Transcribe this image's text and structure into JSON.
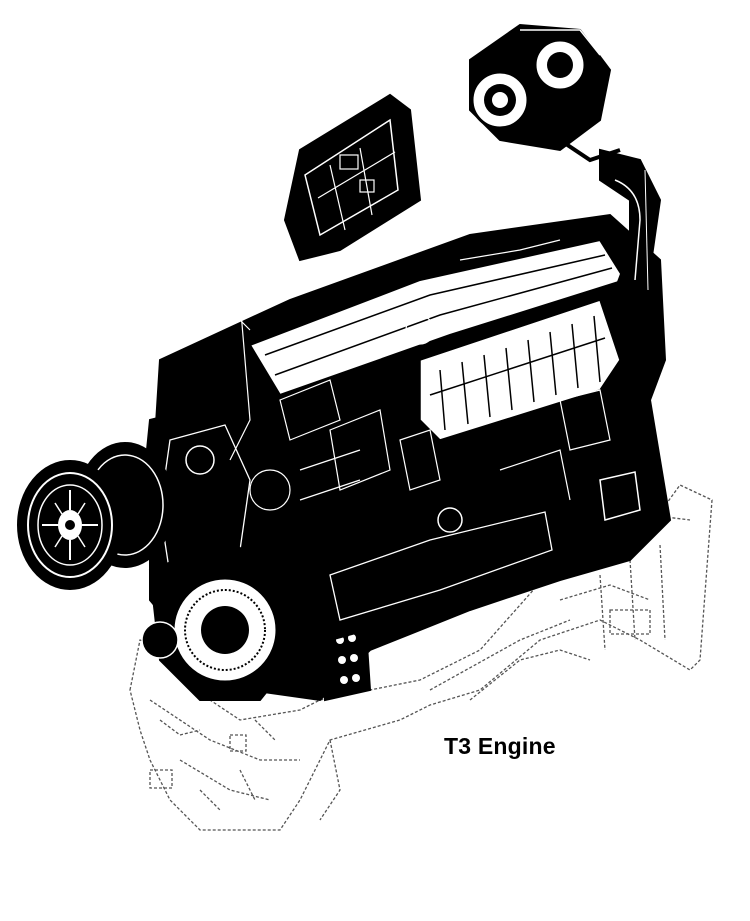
{
  "caption": "T3 Engine",
  "colors": {
    "ink": "#000000",
    "paper": "#ffffff",
    "dashed": "#555555"
  },
  "parts": [
    "engine-block",
    "cylinder-head",
    "valve-cover",
    "turbocharger",
    "intake-pipe",
    "crankshaft-pulley",
    "vibration-damper",
    "front-gear-cover",
    "flywheel-housing",
    "oil-pan",
    "engine-mount-left",
    "engine-mount-right",
    "lifting-bracket",
    "transmission-frame-outline"
  ]
}
